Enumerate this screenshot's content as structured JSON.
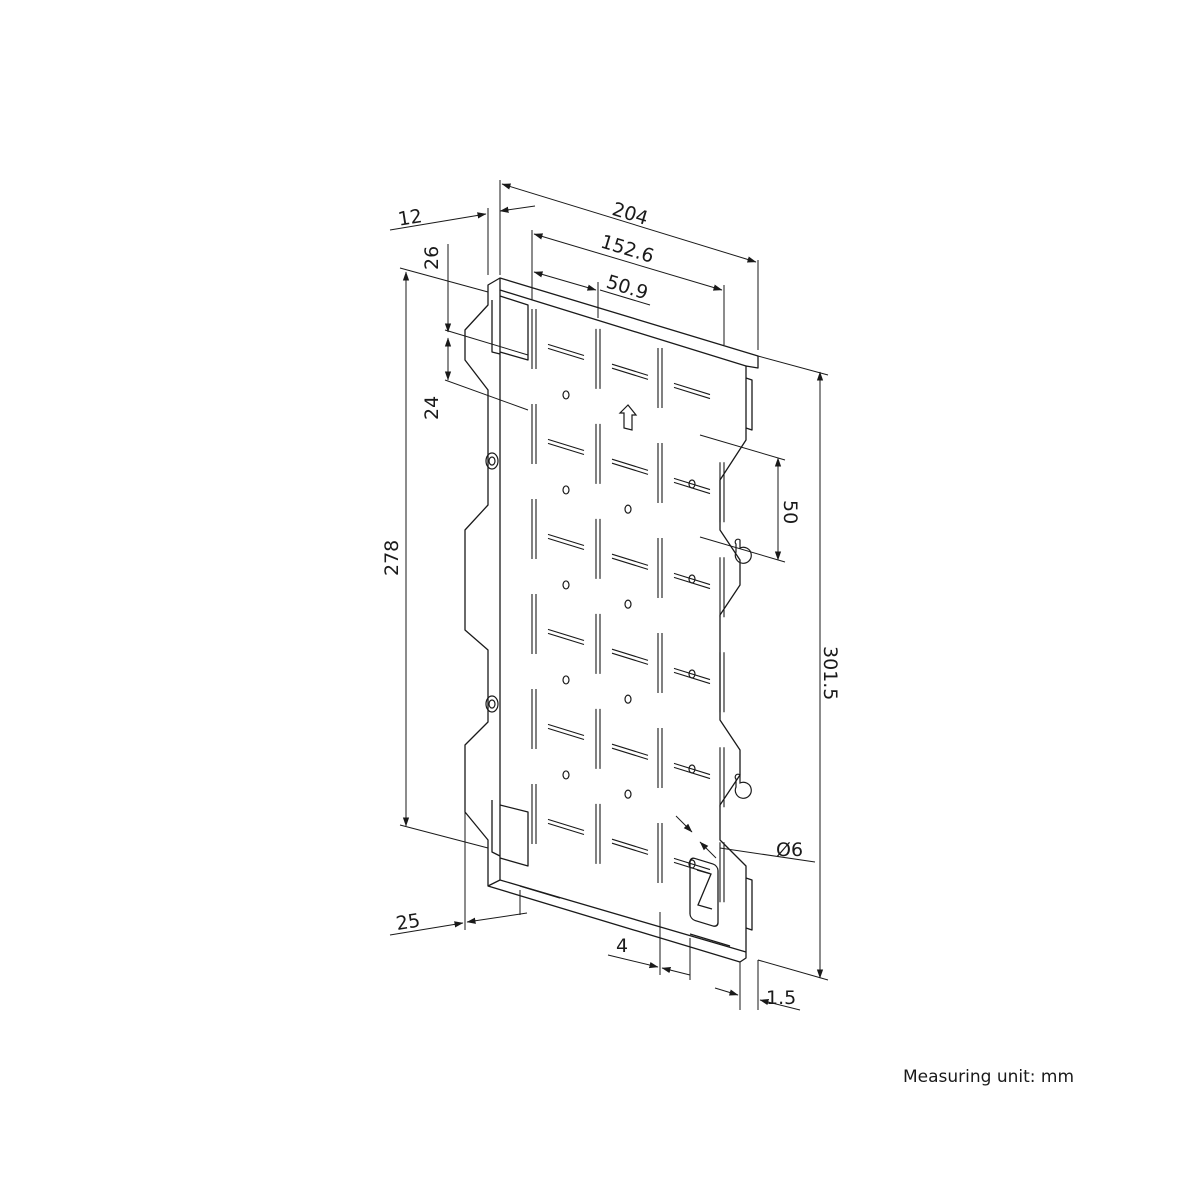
{
  "dimensions": {
    "overall_width": "204",
    "hole_span": "152.6",
    "slot_pitch_x": "50.9",
    "left_offset": "12",
    "top_offset": "26",
    "slot_length": "24",
    "overall_height_left": "278",
    "overall_height_right": "301.5",
    "hole_pitch": "50",
    "hole_diameter": "Ø6",
    "bottom_offset": "25",
    "flange_depth": "4",
    "thickness": "1.5"
  },
  "note": "Measuring unit: mm",
  "colors": {
    "line": "#1a1a1a",
    "background": "#ffffff"
  }
}
